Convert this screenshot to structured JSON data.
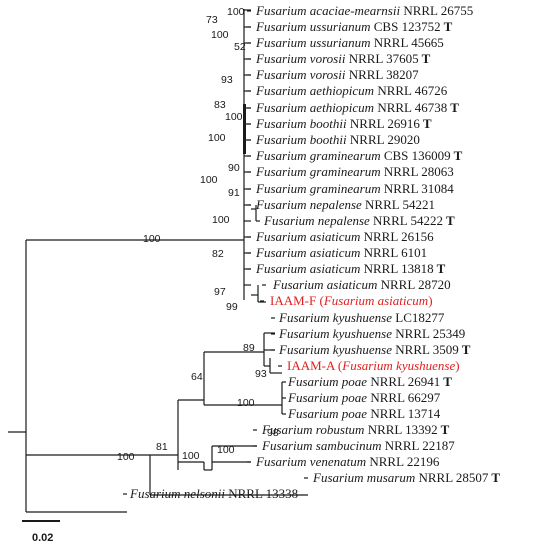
{
  "colors": {
    "text": "#1a1a1a",
    "highlight": "#e0201f"
  },
  "taxa": [
    {
      "species": "Fusarium acaciae-mearnsii",
      "strain": "NRRL 26755",
      "type": false,
      "highlight": false
    },
    {
      "species": "Fusarium ussurianum",
      "strain": "CBS 123752",
      "type": true,
      "highlight": false
    },
    {
      "species": "Fusarium ussurianum",
      "strain": "NRRL 45665",
      "type": false,
      "highlight": false
    },
    {
      "species": "Fusarium vorosii",
      "strain": "NRRL 37605",
      "type": true,
      "highlight": false
    },
    {
      "species": "Fusarium vorosii",
      "strain": "NRRL 38207",
      "type": false,
      "highlight": false
    },
    {
      "species": "Fusarium aethiopicum",
      "strain": "NRRL 46726",
      "type": false,
      "highlight": false
    },
    {
      "species": "Fusarium aethiopicum",
      "strain": "NRRL 46738",
      "type": true,
      "highlight": false
    },
    {
      "species": "Fusarium boothii",
      "strain": "NRRL 26916",
      "type": true,
      "highlight": false
    },
    {
      "species": "Fusarium boothii",
      "strain": "NRRL 29020",
      "type": false,
      "highlight": false
    },
    {
      "species": "Fusarium graminearum",
      "strain": "CBS 136009",
      "type": true,
      "highlight": false
    },
    {
      "species": "Fusarium graminearum",
      "strain": "NRRL 28063",
      "type": false,
      "highlight": false
    },
    {
      "species": "Fusarium graminearum",
      "strain": "NRRL 31084",
      "type": false,
      "highlight": false
    },
    {
      "species": "Fusarium nepalense",
      "strain": "NRRL 54221",
      "type": false,
      "highlight": false
    },
    {
      "species": "Fusarium nepalense",
      "strain": "NRRL 54222",
      "type": true,
      "highlight": false
    },
    {
      "species": "Fusarium asiaticum",
      "strain": "NRRL 26156",
      "type": false,
      "highlight": false
    },
    {
      "species": "Fusarium asiaticum",
      "strain": "NRRL 6101",
      "type": false,
      "highlight": false
    },
    {
      "species": "Fusarium asiaticum",
      "strain": "NRRL 13818",
      "type": true,
      "highlight": false
    },
    {
      "species": "Fusarium asiaticum",
      "strain": "NRRL 28720",
      "type": false,
      "highlight": false
    },
    {
      "isolate": "IAAM-F",
      "species": "Fusarium asiaticum",
      "type": false,
      "highlight": true
    },
    {
      "species": "Fusarium kyushuense",
      "strain": "LC18277",
      "type": false,
      "highlight": false
    },
    {
      "species": "Fusarium kyushuense",
      "strain": "NRRL 25349",
      "type": false,
      "highlight": false
    },
    {
      "species": "Fusarium kyushuense",
      "strain": "NRRL 3509",
      "type": true,
      "highlight": false
    },
    {
      "isolate": "IAAM-A",
      "species": "Fusarium kyushuense",
      "type": false,
      "highlight": true
    },
    {
      "species": "Fusarium poae",
      "strain": "NRRL 26941",
      "type": true,
      "highlight": false
    },
    {
      "species": "Fusarium poae",
      "strain": "NRRL 66297",
      "type": false,
      "highlight": false
    },
    {
      "species": "Fusarium poae",
      "strain": "NRRL 13714",
      "type": false,
      "highlight": false
    },
    {
      "species": "Fusarium robustum",
      "strain": "NRRL 13392",
      "type": true,
      "highlight": false
    },
    {
      "species": "Fusarium sambucinum",
      "strain": "NRRL 22187",
      "type": false,
      "highlight": false
    },
    {
      "species": "Fusarium venenatum",
      "strain": "NRRL 22196",
      "type": false,
      "highlight": false
    },
    {
      "species": "Fusarium musarum",
      "strain": "NRRL 28507",
      "type": true,
      "highlight": false
    },
    {
      "species": "Fusarium nelsonii",
      "strain": "NRRL 13338",
      "type": false,
      "highlight": false
    }
  ],
  "type_marker": "T",
  "bootstrap_values": [
    "100",
    "73",
    "100",
    "52",
    "93",
    "83",
    "100",
    "100",
    "90",
    "100",
    "91",
    "100",
    "100",
    "82",
    "97",
    "99",
    "89",
    "93",
    "64",
    "100",
    "98",
    "81",
    "100",
    "100",
    "100"
  ],
  "scale_bar": {
    "length": 0.02,
    "label": "0.02"
  }
}
